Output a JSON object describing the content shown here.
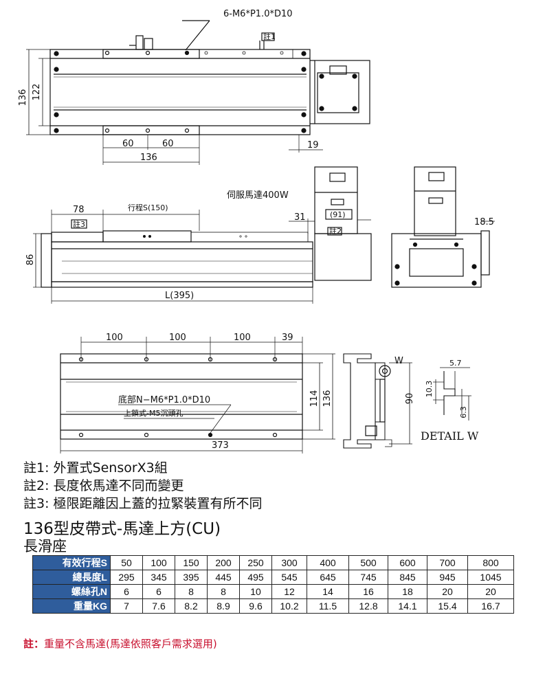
{
  "top_view": {
    "callout": "6-M6*P1.0*D10",
    "dim_136_left": "136",
    "dim_122_left": "122",
    "dim_60_a": "60",
    "dim_60_b": "60",
    "dim_136_bottom": "136",
    "dim_19": "19",
    "note_1": "註1"
  },
  "side_view": {
    "motor_label": "伺服馬達400W",
    "dim_78": "78",
    "stroke_label": "行程S(150)",
    "dim_31": "31",
    "dim_91": "(91)",
    "note_3": "註3",
    "note_2": "註2",
    "dim_86": "86",
    "length_label": "L(395)",
    "dim_18_5": "18.5"
  },
  "bottom_view": {
    "dim_100_a": "100",
    "dim_100_b": "100",
    "dim_100_c": "100",
    "dim_39": "39",
    "bottom_callout": "底部N−M6*P1.0*D10",
    "lock_callout": "上鎖式-M5沉頭孔",
    "dim_114": "114",
    "dim_136": "136",
    "dim_373": "373",
    "dim_90": "90"
  },
  "detail_w": {
    "w_mark": "W",
    "dim_5_7": "5.7",
    "dim_10_3": "10.3",
    "dim_6_3": "6.3",
    "title": "DETAIL W"
  },
  "notes": [
    "註1: 外置式SensorX3組",
    "註2: 長度依馬達不同而變更",
    "註3: 極限距離因上蓋的拉緊裝置有所不同"
  ],
  "model_title": "136型皮帶式-馬達上方(CU)",
  "subtitle": "長滑座",
  "table": {
    "rows": [
      {
        "header": "有效行程S",
        "cells": [
          "50",
          "100",
          "150",
          "200",
          "250",
          "300",
          "400",
          "500",
          "600",
          "700",
          "800"
        ]
      },
      {
        "header": "總長度L",
        "cells": [
          "295",
          "345",
          "395",
          "445",
          "495",
          "545",
          "645",
          "745",
          "845",
          "945",
          "1045"
        ]
      },
      {
        "header": "螺絲孔N",
        "cells": [
          "6",
          "6",
          "8",
          "8",
          "10",
          "12",
          "14",
          "16",
          "18",
          "20",
          "20"
        ]
      },
      {
        "header": "重量KG",
        "cells": [
          "7",
          "7.6",
          "8.2",
          "8.9",
          "9.6",
          "10.2",
          "11.5",
          "12.8",
          "14.1",
          "15.4",
          "16.7"
        ]
      }
    ]
  },
  "footnote": {
    "label": "註：",
    "text": "重量不含馬達(馬達依照客戶需求選用)"
  },
  "colors": {
    "table_header_bg": "#2f5d9c",
    "footnote": "#c8102e"
  }
}
